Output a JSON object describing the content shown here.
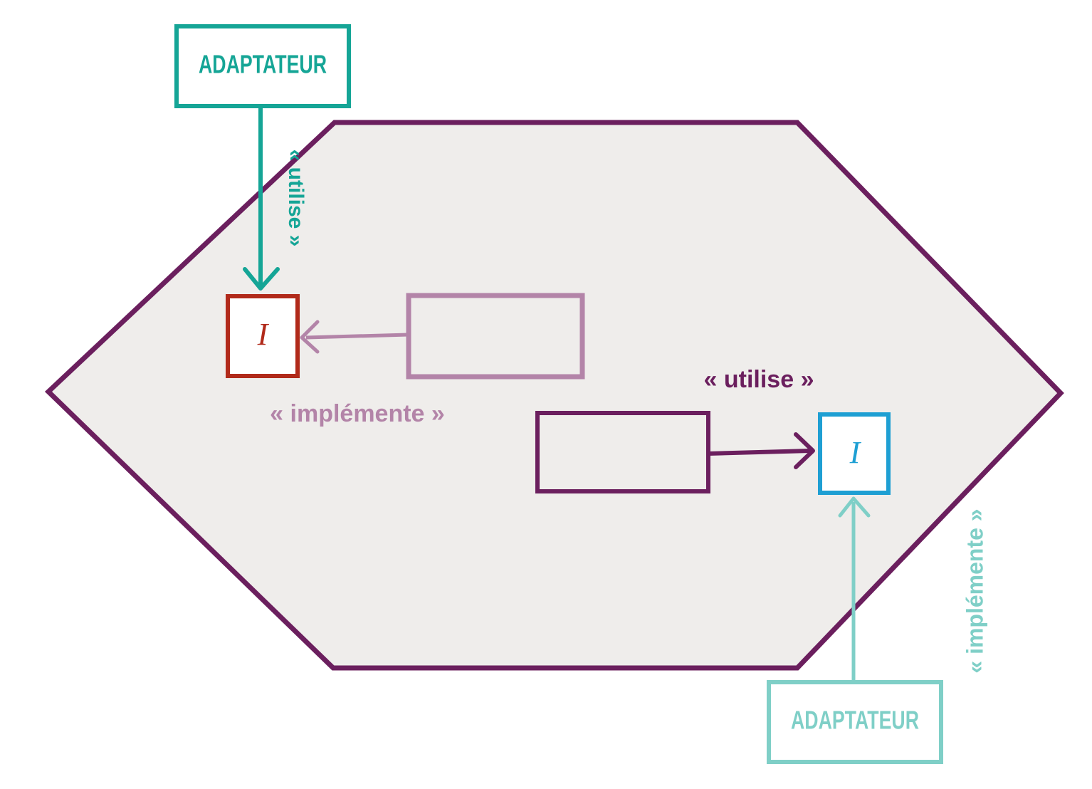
{
  "colors": {
    "hex_fill": "#efedeb",
    "hex_border": "#6b1f5e",
    "primary_adapter": "#15a596",
    "secondary_adapter": "#7fcfc7",
    "primary_port": "#b12a1a",
    "secondary_port": "#1e9fd3",
    "implements_box": "#b384a8",
    "uses_box": "#6b1f5e"
  },
  "nodes": {
    "adapter_top": "ADAPTATEUR",
    "adapter_bottom": "ADAPTATEUR",
    "port_left": "I",
    "port_right": "I"
  },
  "edges": {
    "top_uses": "« utilise »",
    "left_implements": "« implémente »",
    "right_uses": "« utilise »",
    "bottom_implements": "« implémente »"
  }
}
